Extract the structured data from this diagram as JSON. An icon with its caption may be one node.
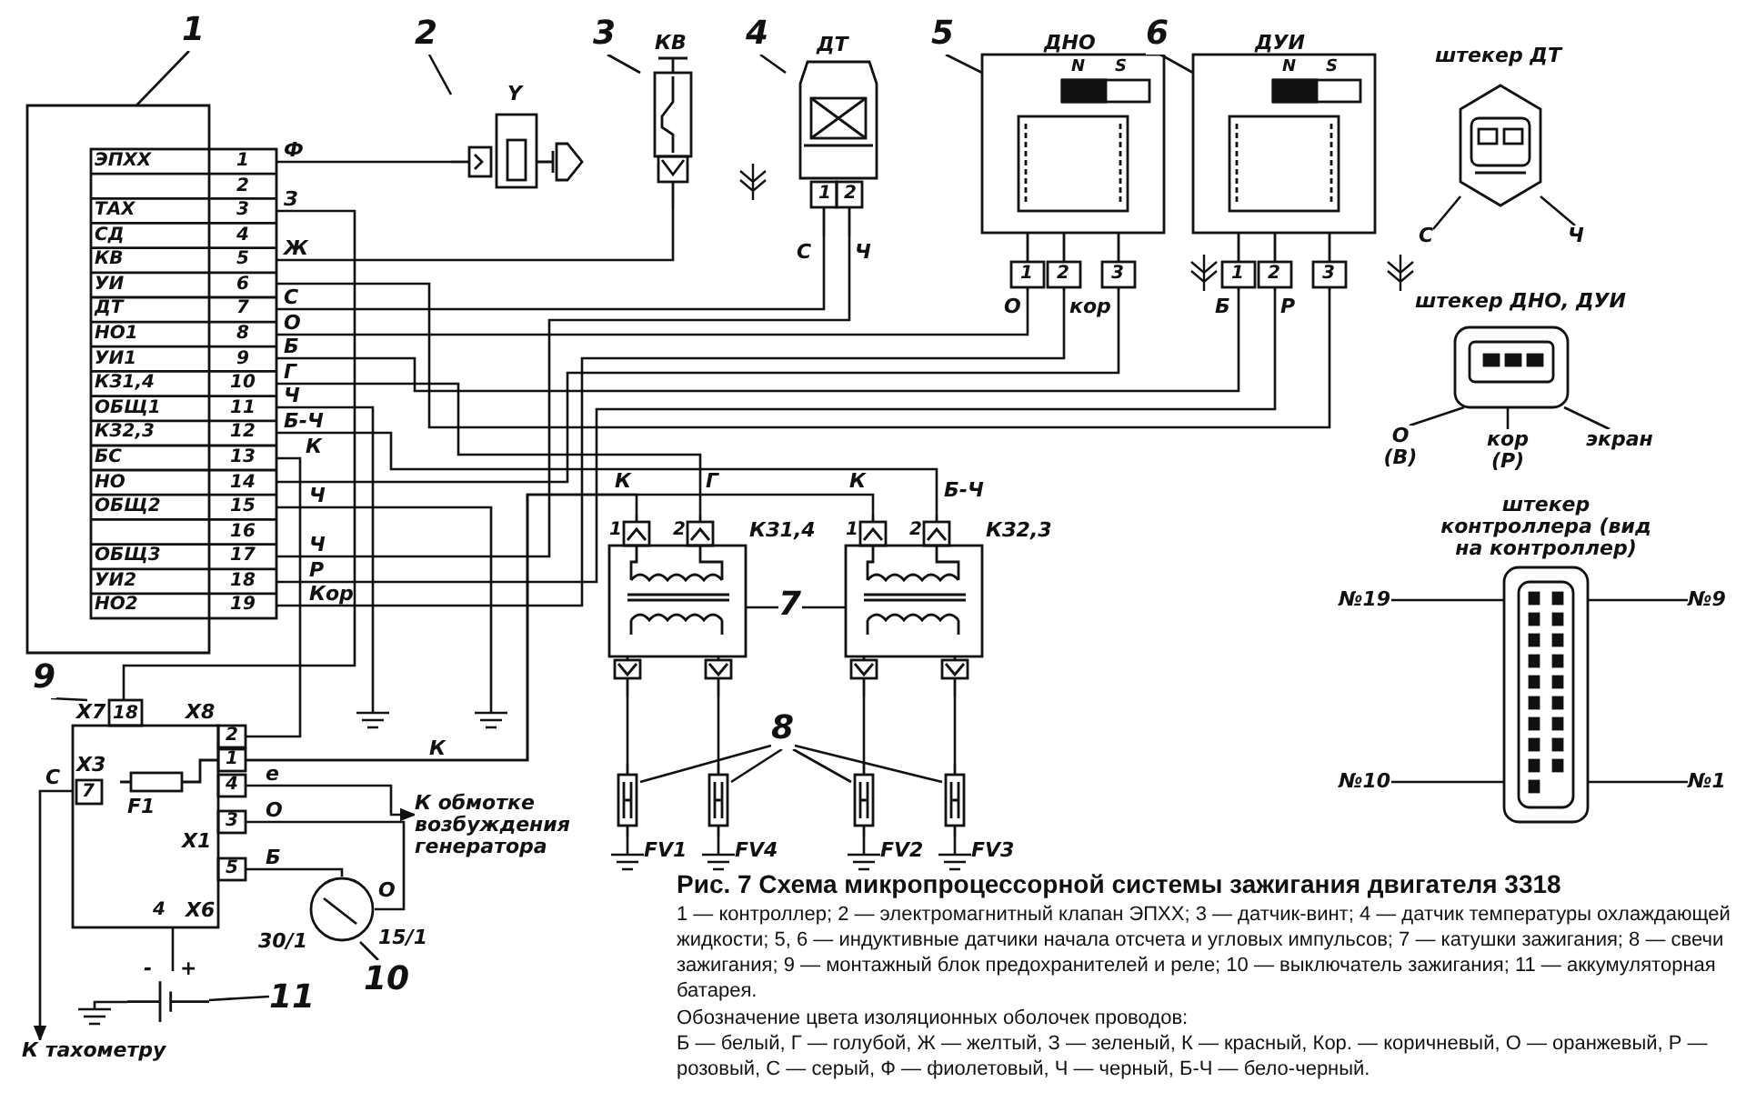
{
  "diagram": {
    "caption": "Рис. 7 Схема микропроцессорной системы зажигания двигателя 3318",
    "nodes": [
      {
        "text": [
          "1"
        ]
      },
      {
        "text": [],
        "shape": "box"
      },
      {
        "text": [
          "2"
        ]
      },
      {
        "text": [
          "Y"
        ]
      },
      {
        "text": [
          "3"
        ]
      },
      {
        "text": [
          "КВ"
        ]
      },
      {
        "text": [
          "4"
        ]
      },
      {
        "text": [
          "ДТ",
          "1",
          "2"
        ],
        "beside": [
          "С",
          "Ч"
        ]
      },
      {
        "text": [
          "5"
        ]
      },
      {
        "text": [
          "ДНО",
          "N",
          "S",
          "1",
          "2",
          "3"
        ],
        "beside": [
          "О",
          "кор"
        ]
      },
      {
        "text": [
          "6"
        ]
      },
      {
        "text": [
          "ДУИ",
          "N",
          "S",
          "1",
          "2",
          "3"
        ],
        "beside": [
          "Б",
          "Р"
        ]
      },
      {
        "text": [
          "7"
        ]
      },
      {
        "text": [
          "1",
          "2"
        ],
        "beside": [
          "К",
          "Г",
          "КЗ1,4"
        ]
      },
      {
        "text": [
          "1",
          "2"
        ],
        "beside": [
          "К",
          "Б-Ч",
          "КЗ2,3"
        ]
      },
      {
        "text": [
          "8"
        ]
      },
      {
        "text": [],
        "shape": "box",
        "beside": [
          "FV1"
        ]
      },
      {
        "text": [],
        "shape": "box",
        "beside": [
          "FV4"
        ]
      },
      {
        "text": [],
        "shape": "box",
        "beside": [
          "FV2"
        ]
      },
      {
        "text": [],
        "shape": "box",
        "beside": [
          "FV3"
        ]
      },
      {
        "text": [
          "9"
        ]
      },
      {
        "text": [
          "X7",
          "18",
          "X3",
          "7",
          "X8",
          "2",
          "1",
          "4",
          "3",
          "5",
          "F1",
          "X1",
          "X6",
          "4"
        ]
      },
      {
        "text": [
          "10"
        ]
      },
      {
        "text": [],
        "shape": "circle",
        "beside": [
          "30/1",
          "15/1",
          "О"
        ]
      },
      {
        "text": [
          "11"
        ]
      },
      {
        "text": [],
        "shape": "battery",
        "beside": [
          "-",
          "+"
        ]
      },
      {
        "text": [
          "К обмотке возбуждения генератора"
        ]
      },
      {
        "text": [
          "К тахометру"
        ]
      },
      {
        "text": [
          "штекер ДТ"
        ]
      },
      {
        "text": [
          "С"
        ]
      },
      {
        "text": [
          "Ч"
        ]
      },
      {
        "text": [
          "штекер ДНО, ДУИ"
        ]
      },
      {
        "text": [
          "О (В)"
        ]
      },
      {
        "text": [
          "кор (Р)"
        ]
      },
      {
        "text": [
          "экран"
        ]
      },
      {
        "text": [
          "штекер контроллера (вид на контроллер)"
        ]
      },
      {
        "text": [
          "№19"
        ]
      },
      {
        "text": [
          "№9"
        ]
      },
      {
        "text": [
          "№10"
        ]
      },
      {
        "text": [
          "№1"
        ]
      }
    ],
    "edges": [
      {
        "from": 0,
        "to": 1,
        "arrow": "none"
      },
      {
        "from": 2,
        "to": 3,
        "arrow": "none"
      },
      {
        "from": 4,
        "to": 5,
        "arrow": "none"
      },
      {
        "from": 6,
        "to": 7,
        "arrow": "none"
      },
      {
        "from": 8,
        "to": 9,
        "arrow": "none"
      },
      {
        "from": 10,
        "to": 11,
        "arrow": "none"
      },
      {
        "from": 12,
        "to": 13,
        "arrow": "none"
      },
      {
        "from": 12,
        "to": 14,
        "arrow": "none"
      },
      {
        "from": 15,
        "to": 16,
        "arrow": "none"
      },
      {
        "from": 15,
        "to": 17,
        "arrow": "none"
      },
      {
        "from": 15,
        "to": 18,
        "arrow": "none"
      },
      {
        "from": 15,
        "to": 19,
        "arrow": "none"
      },
      {
        "from": 20,
        "to": 21,
        "arrow": "none"
      },
      {
        "from": 22,
        "to": 23,
        "arrow": "none"
      },
      {
        "from": 24,
        "to": 25,
        "arrow": "none"
      },
      {
        "from": 29,
        "to": 28,
        "arrow": "none"
      },
      {
        "from": 30,
        "to": 28,
        "arrow": "none"
      },
      {
        "from": 32,
        "to": 31,
        "arrow": "none"
      },
      {
        "from": 33,
        "to": 31,
        "arrow": "none"
      },
      {
        "from": 34,
        "to": 31,
        "arrow": "none"
      },
      {
        "from": 36,
        "to": 35,
        "arrow": "none"
      },
      {
        "from": 37,
        "to": 35,
        "arrow": "none"
      },
      {
        "from": 38,
        "to": 35,
        "arrow": "none"
      },
      {
        "from": 39,
        "to": 35,
        "arrow": "none"
      },
      {
        "from": 1,
        "to": 3,
        "arrow": "none",
        "label": "Ф"
      },
      {
        "from": 1,
        "to": 21,
        "arrow": "none",
        "label": "З"
      },
      {
        "from": 1,
        "to": 5,
        "arrow": "none",
        "label": "Ж"
      },
      {
        "from": 1,
        "to": 7,
        "arrow": "none",
        "label": "С"
      },
      {
        "from": 1,
        "to": 9,
        "arrow": "none",
        "label": "О"
      },
      {
        "from": 1,
        "to": 11,
        "arrow": "none",
        "label": "Б"
      },
      {
        "from": 1,
        "to": 13,
        "arrow": "none",
        "label": "Г"
      },
      {
        "from": 1,
        "to": null,
        "arrow": "none",
        "label": "Ч"
      },
      {
        "from": 1,
        "to": 14,
        "arrow": "none",
        "label": "Б-Ч"
      },
      {
        "from": 1,
        "to": 21,
        "arrow": "none",
        "label": "К"
      },
      {
        "from": 1,
        "to": null,
        "arrow": "none",
        "label": "Ч"
      },
      {
        "from": 1,
        "to": 7,
        "arrow": "none",
        "label": "Ч"
      },
      {
        "from": 1,
        "to": 11,
        "arrow": "none",
        "label": "Р"
      },
      {
        "from": 1,
        "to": 9,
        "arrow": "none",
        "label": "Кор"
      },
      {
        "from": 1,
        "to": 9,
        "arrow": "none"
      },
      {
        "from": 1,
        "to": 11,
        "arrow": "none"
      },
      {
        "from": 21,
        "to": 13,
        "arrow": "none",
        "label": "К"
      },
      {
        "from": 21,
        "to": 14,
        "arrow": "none"
      },
      {
        "from": 21,
        "to": 26,
        "arrow": "to",
        "label": "е"
      },
      {
        "from": 21,
        "to": 23,
        "arrow": "none",
        "label": "О"
      },
      {
        "from": 21,
        "to": 23,
        "arrow": "none",
        "label": "Б"
      },
      {
        "from": 21,
        "to": 27,
        "arrow": "to",
        "label": "С"
      },
      {
        "from": 21,
        "to": 25,
        "arrow": "none"
      },
      {
        "from": 13,
        "to": 16,
        "arrow": "none"
      },
      {
        "from": 13,
        "to": 17,
        "arrow": "none"
      },
      {
        "from": 14,
        "to": 18,
        "arrow": "none"
      },
      {
        "from": 14,
        "to": 19,
        "arrow": "none"
      }
    ],
    "labels": [
      "ЭПХХ",
      "1",
      "2",
      "ТАХ",
      "3",
      "СД",
      "4",
      "КВ",
      "5",
      "УИ",
      "6",
      "ДТ",
      "7",
      "НО1",
      "8",
      "УИ1",
      "9",
      "КЗ1,4",
      "10",
      "ОБЩ1",
      "11",
      "КЗ2,3",
      "12",
      "БС",
      "13",
      "НО",
      "14",
      "ОБЩ2",
      "15",
      "16",
      "ОБЩ3",
      "17",
      "УИ2",
      "18",
      "НО2",
      "19",
      "1 — контроллер; 2 — электромагнитный клапан ЭПХХ; 3 — датчик-винт; 4 — датчик температуры охлаждающей жидкости; 5, 6 — индуктивные датчики начала отсчета и угловых импульсов; 7 — катушки зажигания; 8 — свечи зажигания; 9 — монтажный блок предохранителей и реле; 10 — выключатель зажигания; 11 — аккумуляторная батарея.",
      "Обозначение цвета изоляционных оболочек проводов:",
      "Б — белый, Г — голубой, Ж — желтый, З — зеленый, К — красный, Кор. — коричневый, О — оранжевый, Р — розовый, С — серый, Ф — фиолетовый, Ч — черный, Б-Ч — бело-черный."
    ]
  }
}
